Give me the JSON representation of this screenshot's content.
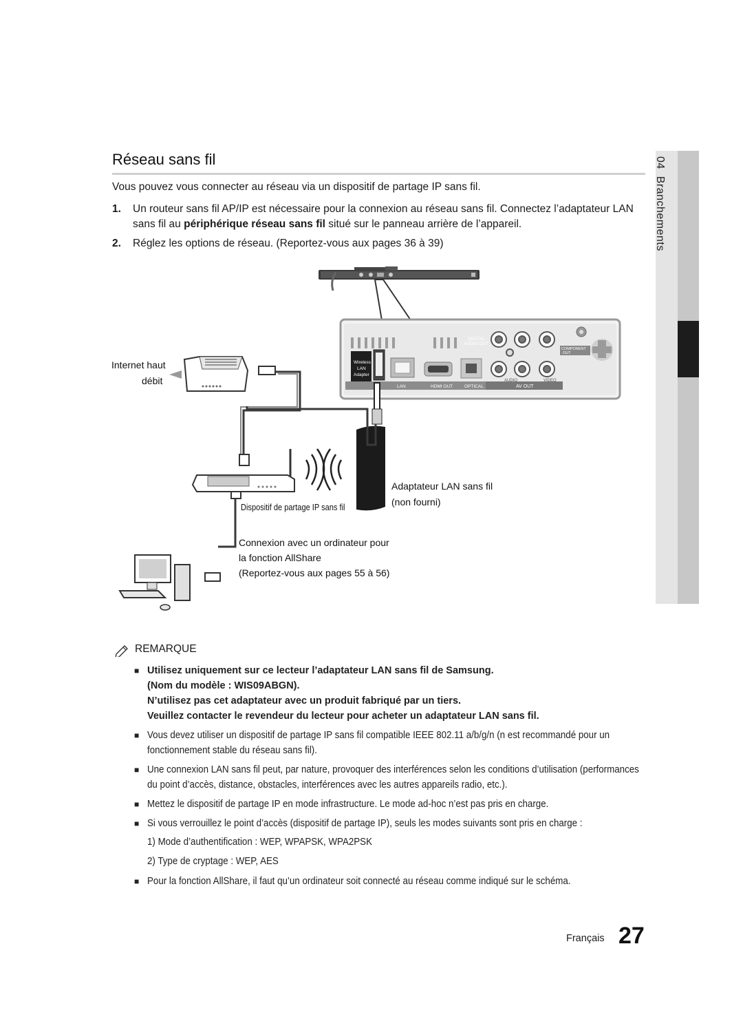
{
  "page": {
    "title": "Réseau sans fil",
    "intro": "Vous pouvez vous connecter au réseau via un dispositif de partage IP sans fil.",
    "steps": [
      {
        "num": "1.",
        "text_a": "Un routeur sans fil AP/IP est nécessaire pour la connexion au réseau sans fil. Connectez l’adaptateur LAN sans fil au ",
        "text_bold": "périphérique réseau sans fil",
        "text_b": " situé sur le panneau arrière de l’appareil."
      },
      {
        "num": "2.",
        "text": "Réglez les options de réseau. (Reportez-vous aux pages 36 à 39)"
      }
    ]
  },
  "side_tab": {
    "chapter": "04",
    "label": "Branchements"
  },
  "diagram": {
    "internet_line1": "Internet haut",
    "internet_line2": "débit",
    "router_label": "Dispositif de partage IP sans fil",
    "adapter_line1": "Adaptateur LAN sans fil",
    "adapter_line2": "(non fourni)",
    "pc_line1": "Connexion avec un ordinateur pour",
    "pc_line2": "la fonction AllShare",
    "pc_line3": "(Reportez-vous aux pages 55 à 56)",
    "panel": {
      "wireless_1": "Wireless",
      "wireless_2": "LAN",
      "wireless_3": "Adapter",
      "lan": "LAN",
      "hdmi": "HDMI OUT",
      "digital_1": "DIGITAL",
      "digital_2": "AUDIO OUT",
      "optical": "OPTICAL",
      "component_1": "COMPONENT",
      "component_2": "OUT",
      "audio": "AUDIO",
      "video": "VIDEO",
      "av_out": "AV OUT"
    }
  },
  "note": {
    "heading": "REMARQUE",
    "bullet": "■",
    "bold_lines": [
      "Utilisez uniquement sur ce lecteur l’adaptateur LAN sans fil de Samsung.",
      "(Nom du modèle : WIS09ABGN).",
      "N’utilisez pas cet adaptateur avec un produit fabriqué par un tiers.",
      "Veuillez contacter le revendeur du lecteur pour acheter un adaptateur LAN sans fil."
    ],
    "items": [
      "Vous devez utiliser un dispositif de partage IP sans fil compatible IEEE 802.11 a/b/g/n (n est recommandé pour un fonctionnement stable du réseau sans fil).",
      "Une connexion LAN sans fil peut, par nature, provoquer des interférences selon les conditions d’utilisation (performances du point d’accès, distance, obstacles, interférences avec les autres appareils radio, etc.).",
      "Mettez le dispositif de partage IP en mode infrastructure. Le mode ad-hoc n’est pas pris en charge.",
      "Si vous verrouillez le point d’accès (dispositif de partage IP), seuls les modes suivants sont pris en charge :"
    ],
    "sub_items": [
      "1)  Mode d’authentification : WEP, WPAPSK, WPA2PSK",
      "2)  Type de cryptage : WEP, AES"
    ],
    "last_item": "Pour la fonction AllShare, il faut qu’un ordinateur soit connecté au réseau comme indiqué sur le schéma."
  },
  "footer": {
    "language": "Français",
    "page_number": "27"
  }
}
